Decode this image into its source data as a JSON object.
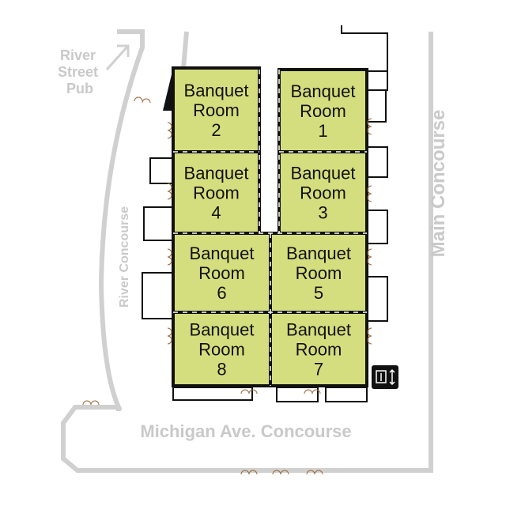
{
  "labels": {
    "river_street_pub": [
      "River",
      "Street",
      "Pub"
    ],
    "river_concourse": "River Concourse",
    "main_concourse": "Main Concourse",
    "michigan_concourse": "Michigan Ave. Concourse"
  },
  "rooms": [
    {
      "name": "Banquet",
      "line2": "Room",
      "number": "2"
    },
    {
      "name": "Banquet",
      "line2": "Room",
      "number": "1"
    },
    {
      "name": "Banquet",
      "line2": "Room",
      "number": "4"
    },
    {
      "name": "Banquet",
      "line2": "Room",
      "number": "3"
    },
    {
      "name": "Banquet",
      "line2": "Room",
      "number": "6"
    },
    {
      "name": "Banquet",
      "line2": "Room",
      "number": "5"
    },
    {
      "name": "Banquet",
      "line2": "Room",
      "number": "8"
    },
    {
      "name": "Banquet",
      "line2": "Room",
      "number": "7"
    }
  ],
  "icons": {
    "elevator": "elevator-icon"
  },
  "colors": {
    "room_fill": "#d5de7e",
    "corridor": "#d0d0d0",
    "door": "#9a6a3a"
  }
}
